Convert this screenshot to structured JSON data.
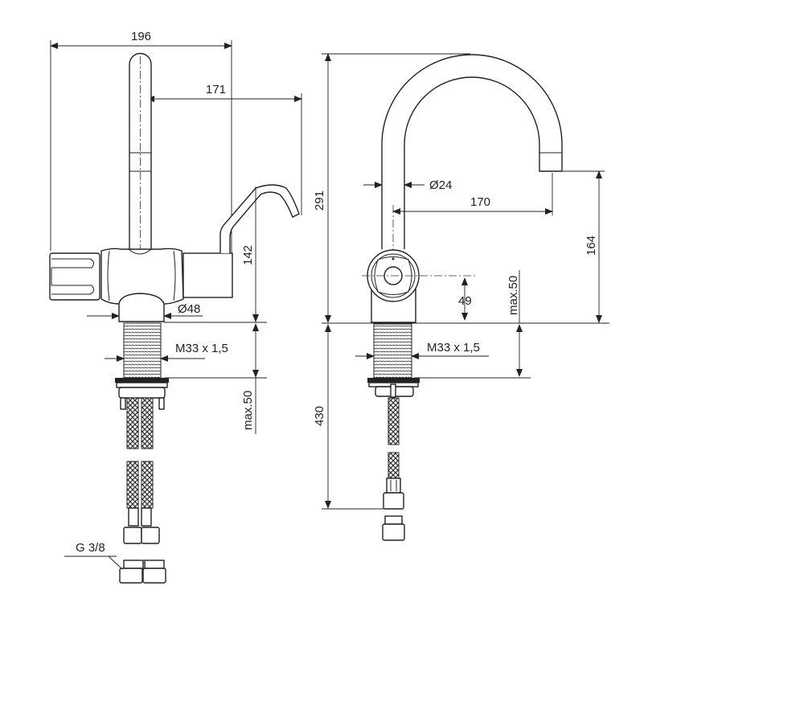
{
  "side_view": {
    "overall_width": "196",
    "spout_reach": "171",
    "height": "142",
    "body_diameter": "Ø48",
    "thread": "M33 x 1,5",
    "max_thickness": "max.50",
    "connection": "G 3/8"
  },
  "front_view": {
    "overall_height": "291",
    "spout_diameter": "Ø24",
    "spout_reach": "170",
    "spout_height": "164",
    "handle_axis_height": "49",
    "max_thickness": "max.50",
    "thread": "M33 x 1,5",
    "hose_length": "430"
  },
  "colors": {
    "line": "#222222",
    "background": "#ffffff"
  }
}
